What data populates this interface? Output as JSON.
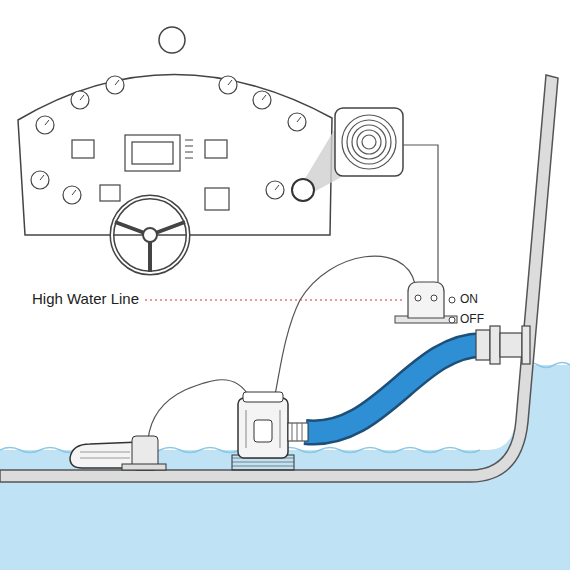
{
  "diagram": {
    "labels": [
      "High Water Line",
      "ON",
      "OFF"
    ]
  }
}
